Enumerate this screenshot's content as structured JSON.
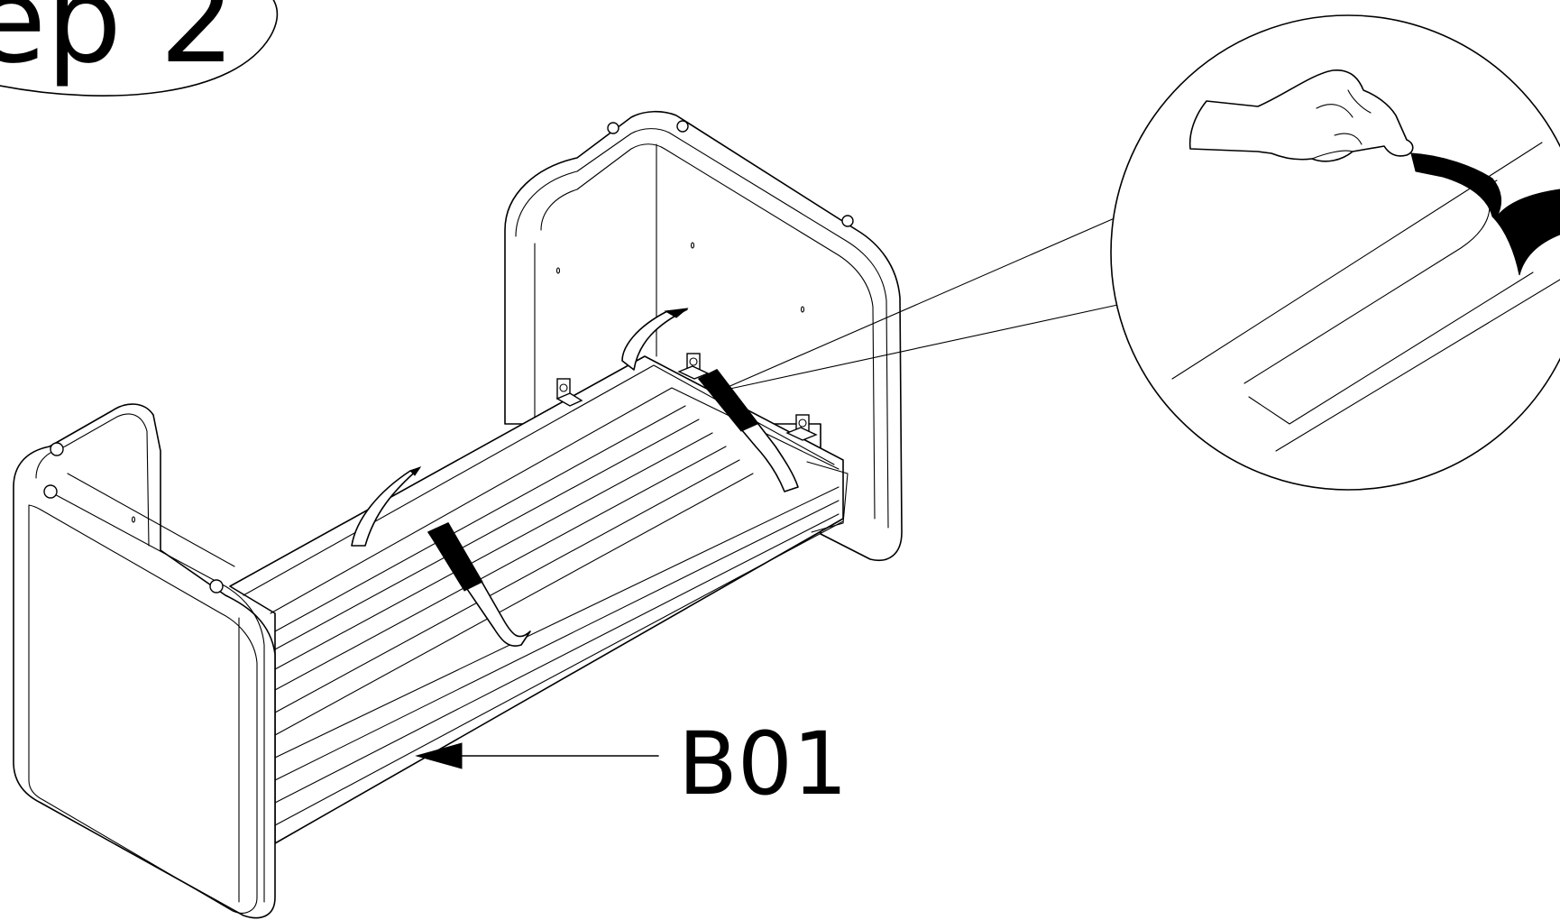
{
  "step": {
    "title": "ep 2"
  },
  "parts": {
    "label": "B01"
  },
  "icons": {
    "detail_view": "magnifier-detail-circle",
    "hand": "hand-peeling-tape-icon",
    "arrow": "callout-arrow-icon"
  },
  "colors": {
    "ink": "#000000",
    "paper": "#ffffff"
  }
}
